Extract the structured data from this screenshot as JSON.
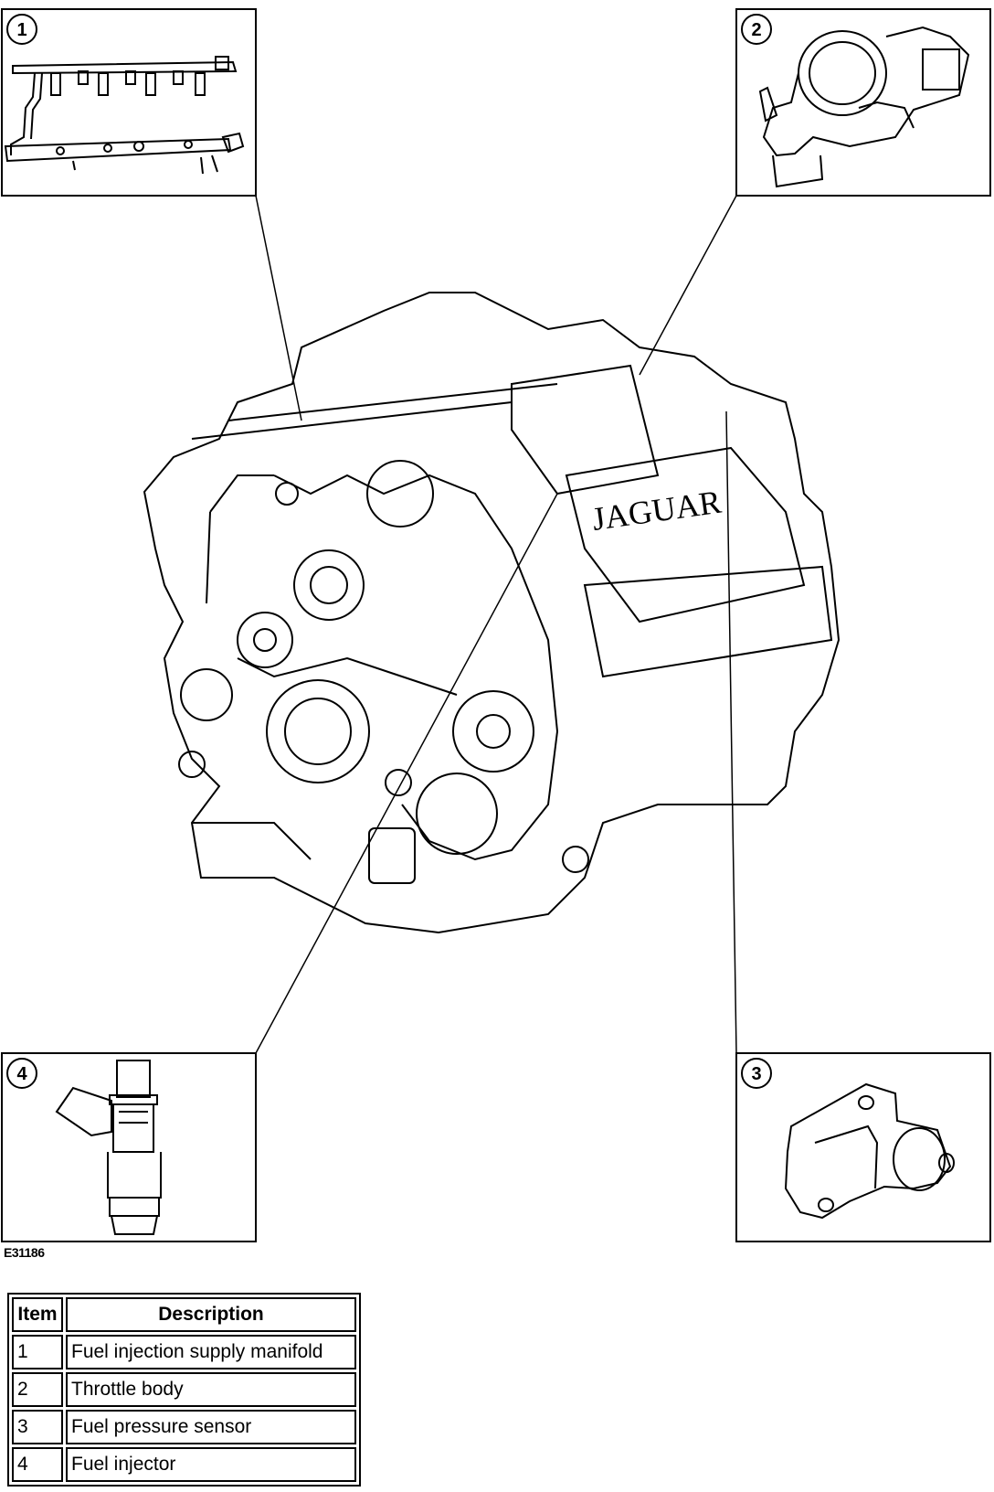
{
  "figure_id": "E31186",
  "engine_brand_label": "JAGUAR",
  "callouts": [
    {
      "number": "1",
      "name": "fuel-injection-supply-manifold"
    },
    {
      "number": "2",
      "name": "throttle-body"
    },
    {
      "number": "3",
      "name": "fuel-pressure-sensor"
    },
    {
      "number": "4",
      "name": "fuel-injector"
    }
  ],
  "legend": {
    "headers": {
      "item": "Item",
      "description": "Description"
    },
    "rows": [
      {
        "item": "1",
        "description": "Fuel injection supply manifold"
      },
      {
        "item": "2",
        "description": "Throttle body"
      },
      {
        "item": "3",
        "description": "Fuel pressure sensor"
      },
      {
        "item": "4",
        "description": "Fuel injector"
      }
    ]
  }
}
